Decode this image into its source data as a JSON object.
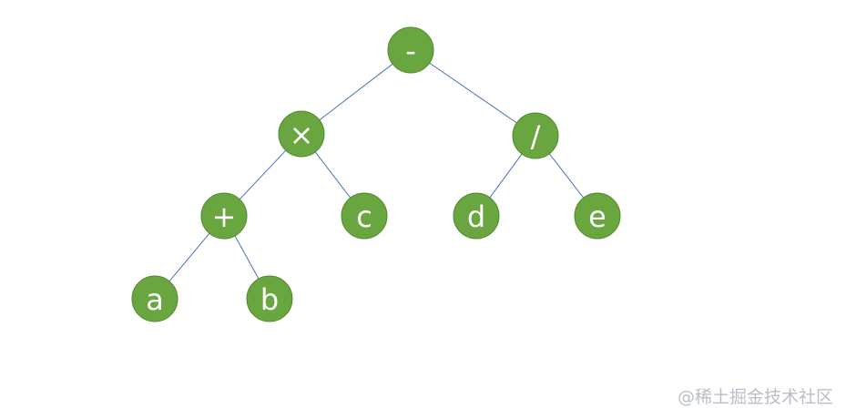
{
  "colors": {
    "node_fill": "#6aa640",
    "node_stroke": "#4f8a2d",
    "node_text": "#ffffff",
    "edge": "#4a72b8",
    "watermark": "#b9bec8",
    "background": "#ffffff"
  },
  "tree": {
    "nodes": [
      {
        "id": "minus",
        "label": "-"
      },
      {
        "id": "times",
        "label": "×"
      },
      {
        "id": "divide",
        "label": "/"
      },
      {
        "id": "plus",
        "label": "+"
      },
      {
        "id": "c",
        "label": "c"
      },
      {
        "id": "d",
        "label": "d"
      },
      {
        "id": "e",
        "label": "e"
      },
      {
        "id": "a",
        "label": "a"
      },
      {
        "id": "b",
        "label": "b"
      }
    ],
    "edges": [
      {
        "from": "minus",
        "to": "times"
      },
      {
        "from": "minus",
        "to": "divide"
      },
      {
        "from": "times",
        "to": "plus"
      },
      {
        "from": "times",
        "to": "c"
      },
      {
        "from": "divide",
        "to": "d"
      },
      {
        "from": "divide",
        "to": "e"
      },
      {
        "from": "plus",
        "to": "a"
      },
      {
        "from": "plus",
        "to": "b"
      }
    ]
  },
  "watermark": {
    "text": "@稀土掘金技术社区"
  }
}
